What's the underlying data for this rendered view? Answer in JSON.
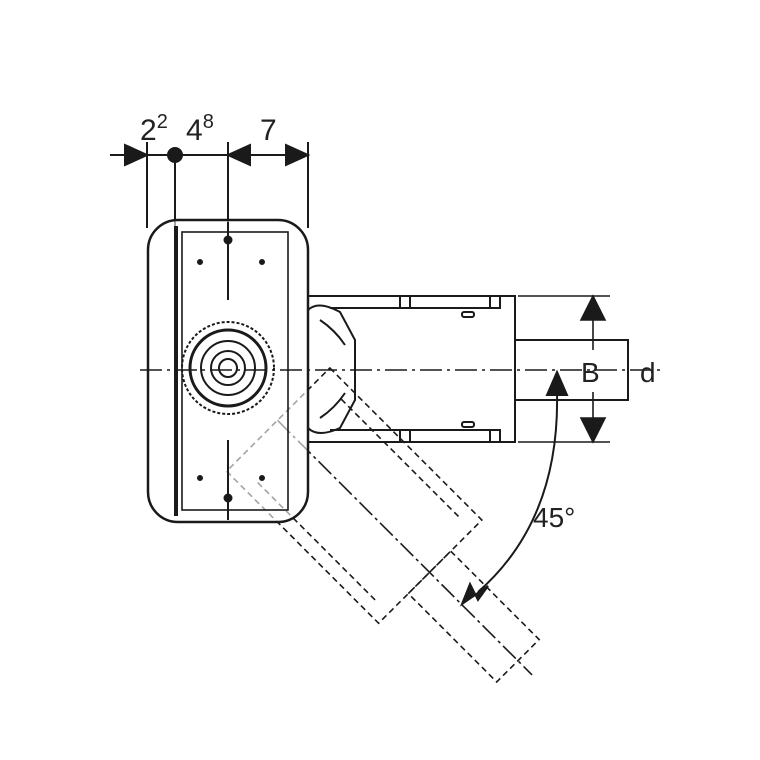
{
  "dimensions": {
    "d1_base": "2",
    "d1_sup": "2",
    "d2_base": "4",
    "d2_sup": "8",
    "d3": "7",
    "b_label": "B",
    "d_label": "d",
    "angle_label": "45°"
  },
  "colors": {
    "ink": "#1a1a1a",
    "background": "#ffffff"
  }
}
